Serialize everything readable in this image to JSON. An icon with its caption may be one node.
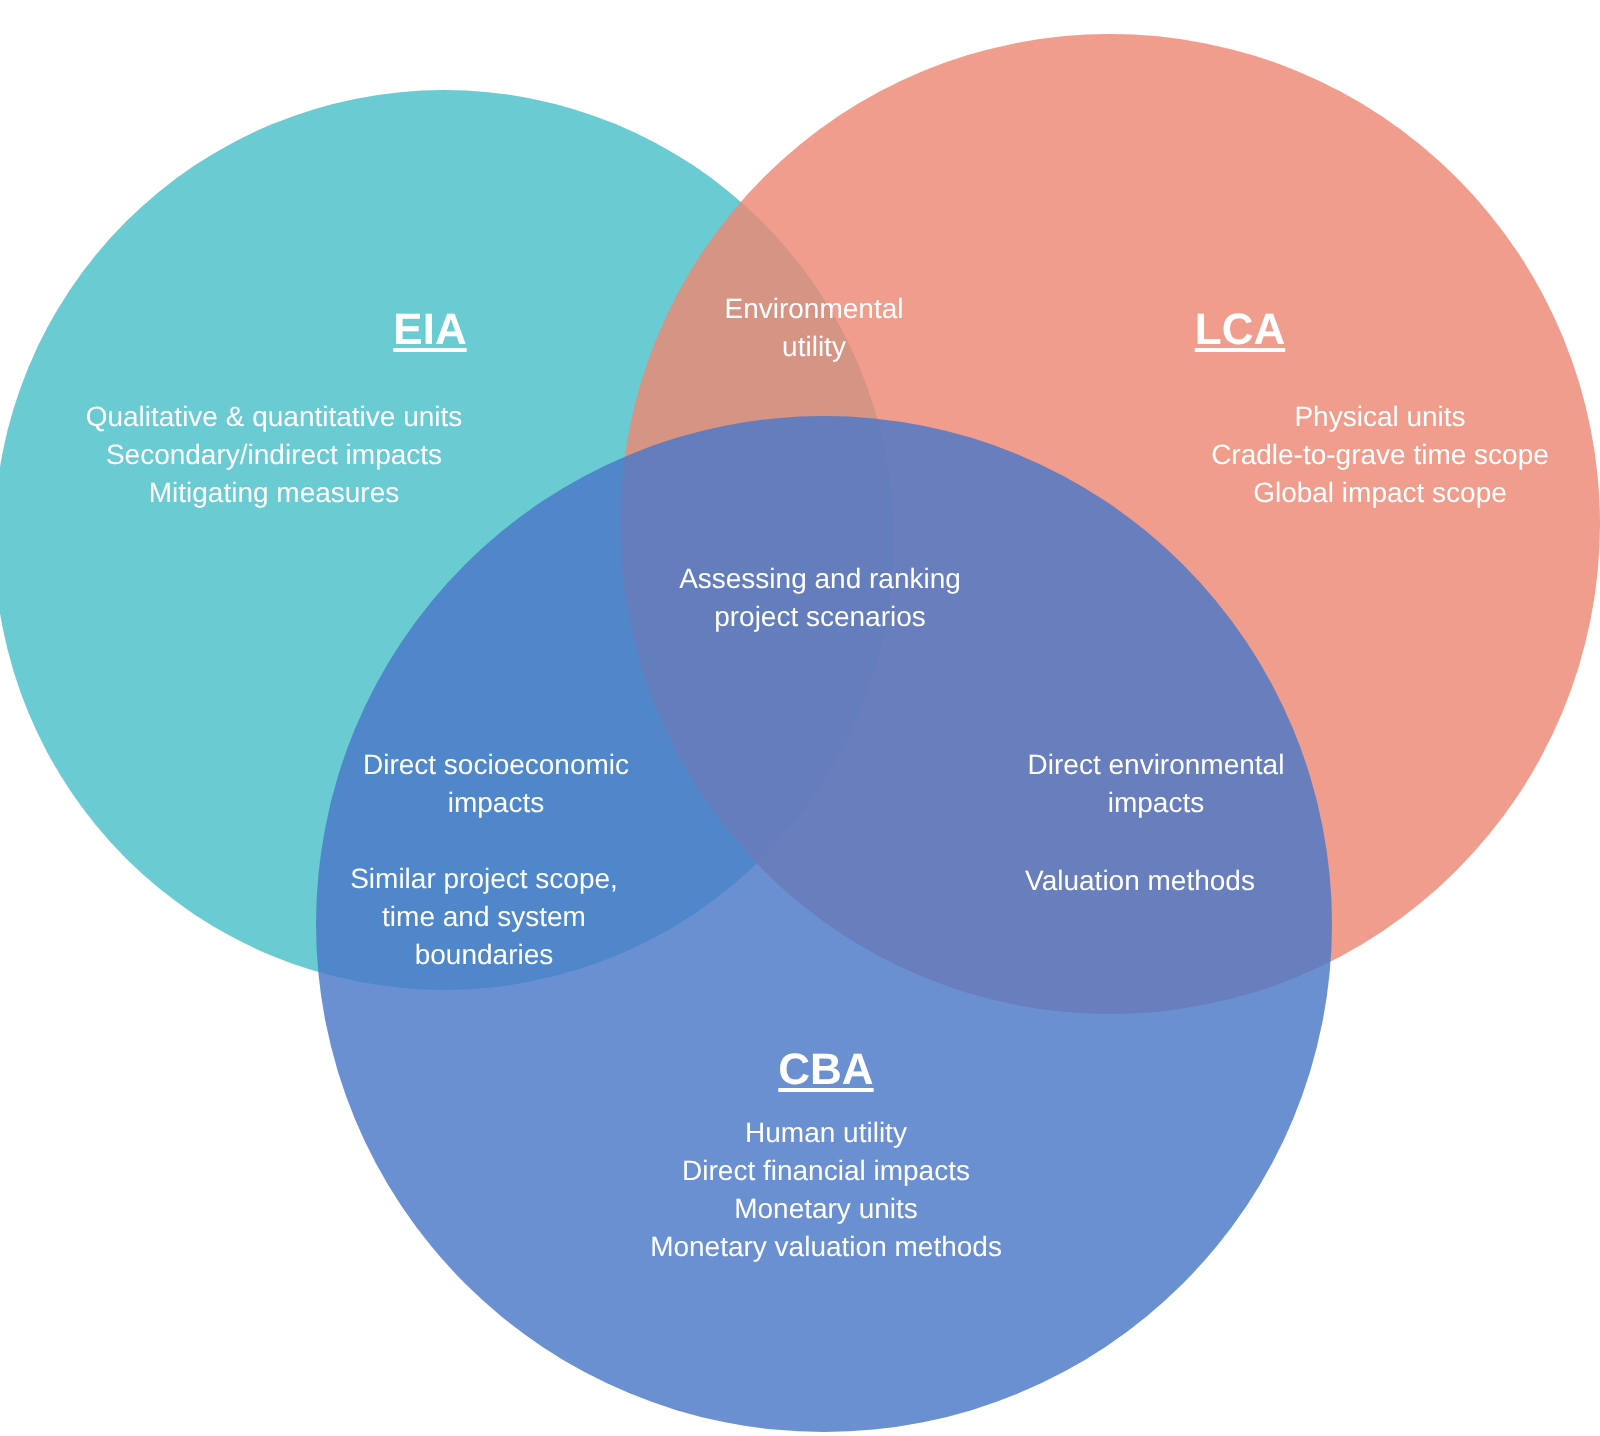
{
  "diagram": {
    "nodes": [
      {
        "text": [
          "EIA",
          "Qualitative & quantitative units",
          "Secondary/indirect impacts",
          "Mitigating measures"
        ]
      },
      {
        "text": [
          "LCA",
          "Physical units",
          "Cradle-to-grave time scope",
          "Global impact scope"
        ]
      },
      {
        "text": [
          "CBA",
          "Human utility",
          "Direct financial impacts",
          "Monetary units",
          "Monetary valuation methods"
        ]
      }
    ],
    "labels": [
      "Environmental utility",
      "Assessing and ranking project scenarios",
      "Direct socioeconomic impacts",
      "Similar project scope, time and system boundaries",
      "Direct environmental impacts",
      "Valuation methods"
    ]
  }
}
